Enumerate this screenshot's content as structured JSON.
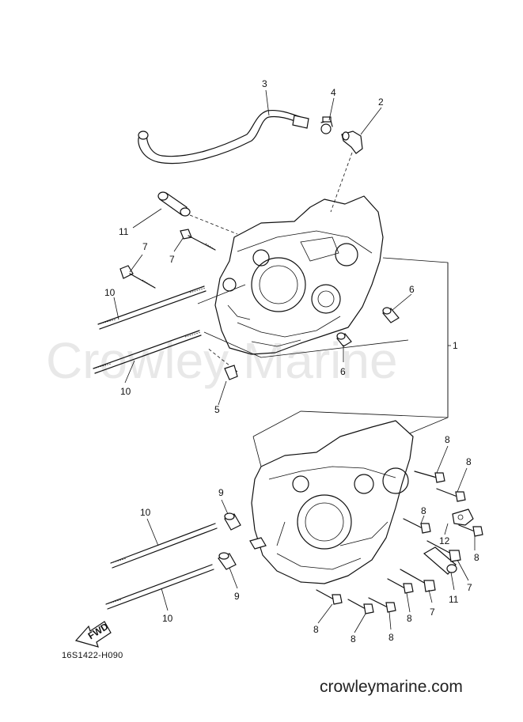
{
  "diagram": {
    "watermark": "Crowley Marine",
    "drawing_code": "16S1422-H090",
    "fwd_label": "FWD",
    "footer_url": "crowleymarine.com",
    "callouts": {
      "c1": "1",
      "c2": "2",
      "c3": "3",
      "c4": "4",
      "c5": "5",
      "c6a": "6",
      "c6b": "6",
      "c7a": "7",
      "c7b": "7",
      "c7c": "7",
      "c7d": "7",
      "c8a": "8",
      "c8b": "8",
      "c8c": "8",
      "c8d": "8",
      "c8e": "8",
      "c8f": "8",
      "c8g": "8",
      "c8h": "8",
      "c9a": "9",
      "c9b": "9",
      "c10a": "10",
      "c10b": "10",
      "c10c": "10",
      "c10d": "10",
      "c11a": "11",
      "c11b": "11",
      "c12": "12"
    }
  }
}
